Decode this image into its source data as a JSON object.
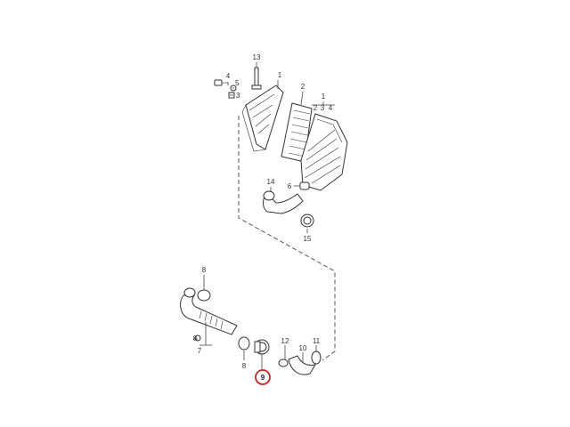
{
  "diagram": {
    "labels": {
      "l13": "13",
      "l1a": "1",
      "l4": "4",
      "l5": "5",
      "l3": "3",
      "l2": "2",
      "l1b": "1",
      "l2b": "2",
      "l3b": "3",
      "l4b": "4",
      "l6": "6",
      "l14": "14",
      "l15": "15",
      "l8a": "8",
      "l8b": "8",
      "l7": "7",
      "l8c": "8",
      "l9": "9",
      "l12": "12",
      "l10": "10",
      "l11": "11"
    },
    "highlight_color": "#cc1f1f"
  }
}
